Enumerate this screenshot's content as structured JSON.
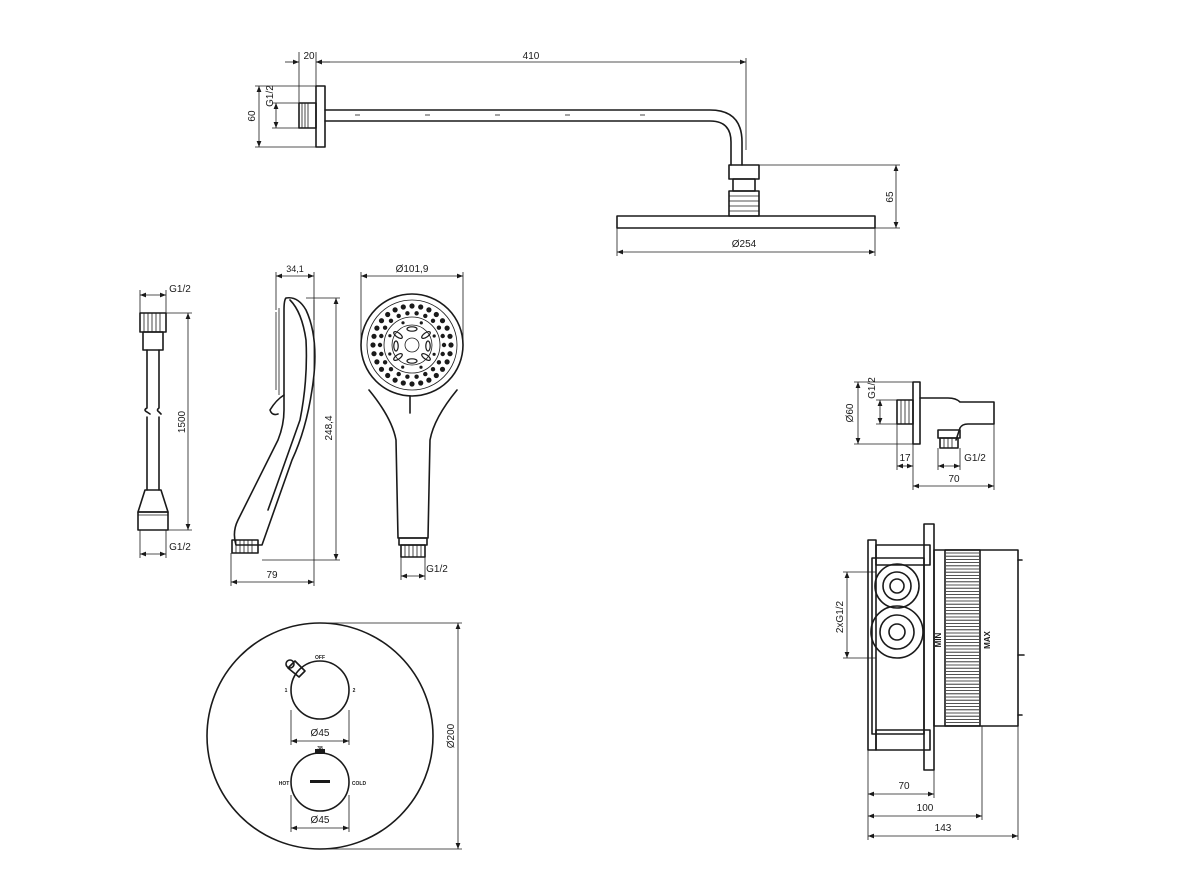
{
  "drawing": {
    "shower_arm": {
      "dim_flange": "20",
      "dim_length": "410",
      "dim_thread": "G1/2",
      "dim_height": "60"
    },
    "shower_head": {
      "dim_height": "65",
      "dim_diameter": "Ø254"
    },
    "hose": {
      "dim_top": "G1/2",
      "dim_length": "1500",
      "dim_bottom": "G1/2"
    },
    "hand_shower_side": {
      "dim_thickness": "34,1",
      "dim_length": "248,4",
      "dim_width": "79"
    },
    "hand_shower_front": {
      "dim_diameter": "Ø101,9",
      "dim_thread": "G1/2"
    },
    "wall_outlet": {
      "dim_thread_top": "G1/2",
      "dim_diameter": "Ø60",
      "dim_depth": "17",
      "dim_thread_bottom": "G1/2",
      "dim_length": "70"
    },
    "trim_plate": {
      "dim_diameter": "Ø200",
      "top_knob_dim": "Ø45",
      "bottom_knob_dim": "Ø45",
      "label_off": "OFF",
      "label_1": "1",
      "label_2": "2",
      "label_hot": "HOT",
      "label_cold": "COLD",
      "label_38": "38"
    },
    "valve_body": {
      "dim_inlets": "2xG1/2",
      "label_min": "MIN",
      "label_max": "MAX",
      "dim_70": "70",
      "dim_100": "100",
      "dim_143": "143"
    }
  },
  "colors": {
    "line": "#1a1a1a",
    "background": "#ffffff"
  }
}
